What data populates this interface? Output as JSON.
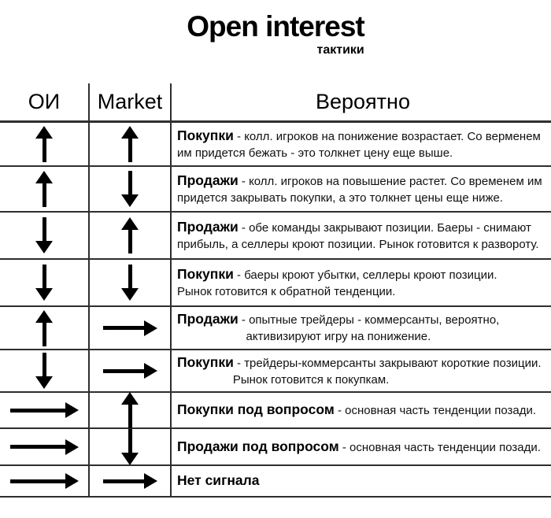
{
  "title": {
    "main": "Open interest",
    "sub": "тактики"
  },
  "table": {
    "headers": {
      "oi": "ОИ",
      "market": "Market",
      "probably": "Вероятно"
    },
    "rows": [
      {
        "oi": "up",
        "market": "up",
        "lead": "Покупки",
        "rest": " - колл. игроков на понижение возрастает. Со верменем\nим придется бежать - это толкнет цену еще выше."
      },
      {
        "oi": "up",
        "market": "down",
        "lead": "Продажи",
        "rest": " - колл. игроков на повышение растет. Со временем им\nпридется закрывать покупки, а это толкнет цены еще ниже."
      },
      {
        "oi": "down",
        "market": "up",
        "lead": "Продажи",
        "rest": " - обе команды закрывают позиции. Баеры - снимают\nприбыль, а селлеры кроют позиции. Рынок готовится к развороту."
      },
      {
        "oi": "down",
        "market": "down",
        "lead": "Покупки",
        "rest": " - баеры кроют убытки, селлеры кроют позиции.\nРынок готовится к обратной тенденции."
      },
      {
        "oi": "up",
        "market": "right",
        "lead": "Продажи",
        "rest": " - опытные трейдеры - коммерсанты, вероятно,\n                     активизируют игру на понижение."
      },
      {
        "oi": "down",
        "market": "right",
        "lead": "Покупки",
        "rest": " - трейдеры-коммерсанты закрывают короткие позиции.\n                 Рынок готовится к покупкам."
      },
      {
        "oi": "right",
        "market": "up",
        "lead": "Покупки под вопросом",
        "rest": " - основная часть тенденции позади."
      },
      {
        "oi": "right",
        "market": "down",
        "lead": "Продажи под вопросом",
        "rest": " - основная часть тенденции позади."
      },
      {
        "oi": "right",
        "market": "right",
        "lead": "Нет сигнала",
        "rest": ""
      }
    ]
  },
  "colors": {
    "background": "#ffffff",
    "line": "#2e2e2e",
    "arrow": "#000000",
    "text": "#101010"
  }
}
